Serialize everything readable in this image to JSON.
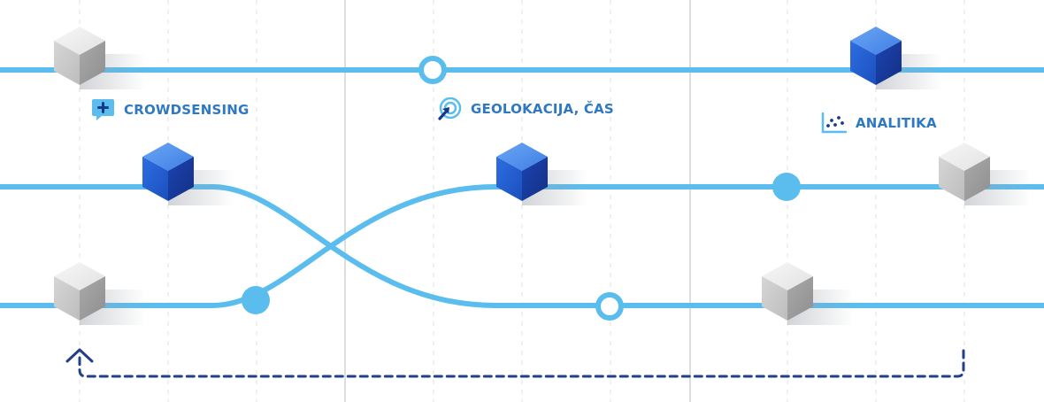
{
  "labels": {
    "crowdsensing": "CROWDSENSING",
    "geolocation": "GEOLOKACIJA, ČAS",
    "analytics": "ANALITIKA"
  },
  "icons": {
    "crowdsensing": "plus-speech-bubble-icon",
    "geolocation": "target-cursor-icon",
    "analytics": "scatter-plot-icon",
    "loop_arrow": "chevron-up-icon"
  },
  "colors": {
    "track": "#5bbdee",
    "label": "#2f78c2",
    "loop_arrow": "#223f8c",
    "cube_blue": "#2a66d6",
    "cube_gray": "#c9c9c9",
    "divider": "#c8c8c8",
    "gridline": "#e2e2e2"
  }
}
